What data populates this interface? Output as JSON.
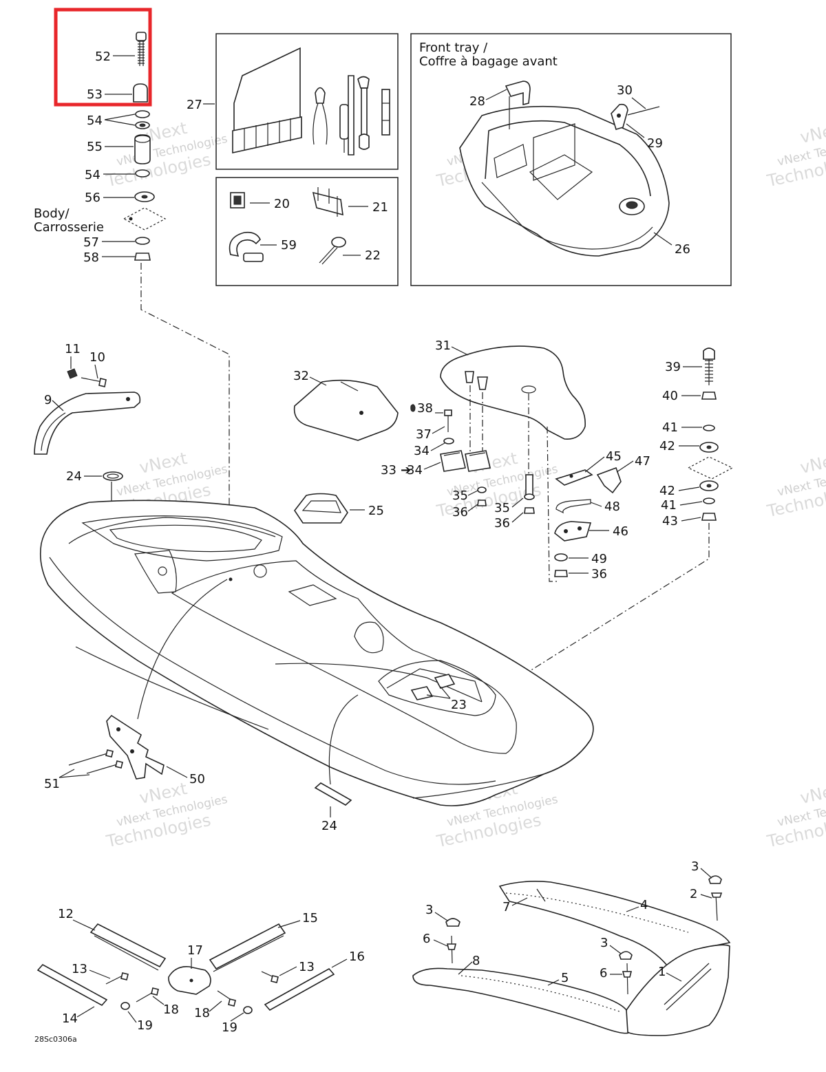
{
  "front_tray": {
    "line1": "Front tray /",
    "line2": "Coffre à bagage avant"
  },
  "body_label": {
    "line1": "Body/",
    "line2": "Carrosserie"
  },
  "drawing_code": "28Sc0306a",
  "watermark": {
    "line1": "vNext",
    "line2": "vNext Technologies",
    "line3": "Technologies"
  },
  "highlight_color": "#e8262a",
  "callouts": {
    "c52": "52",
    "c53": "53",
    "c54a": "54",
    "c55": "55",
    "c54b": "54",
    "c56": "56",
    "c57": "57",
    "c58": "58",
    "c27": "27",
    "c20": "20",
    "c21": "21",
    "c59": "59",
    "c22": "22",
    "c28": "28",
    "c30": "30",
    "c29": "29",
    "c26": "26",
    "c11": "11",
    "c10": "10",
    "c9": "9",
    "c24a": "24",
    "c25": "25",
    "c32": "32",
    "c31": "31",
    "c38": "38",
    "c37": "37",
    "c34a": "34",
    "c33": "33",
    "c34b": "34",
    "c35a": "35",
    "c36a": "36",
    "c35b": "35",
    "c36b": "36",
    "c45": "45",
    "c47": "47",
    "c48": "48",
    "c46": "46",
    "c49": "49",
    "c36c": "36",
    "c39": "39",
    "c40": "40",
    "c41a": "41",
    "c42a": "42",
    "c42b": "42",
    "c41b": "41",
    "c43": "43",
    "c23": "23",
    "c51": "51",
    "c50": "50",
    "c24b": "24",
    "c12": "12",
    "c15": "15",
    "c17": "17",
    "c16": "16",
    "c13a": "13",
    "c13b": "13",
    "c14": "14",
    "c18a": "18",
    "c18b": "18",
    "c19a": "19",
    "c19b": "19",
    "c3a": "3",
    "c2": "2",
    "c7": "7",
    "c4": "4",
    "c3b": "3",
    "c6a": "6",
    "c8": "8",
    "c3c": "3",
    "c5": "5",
    "c6b": "6",
    "c1": "1"
  }
}
